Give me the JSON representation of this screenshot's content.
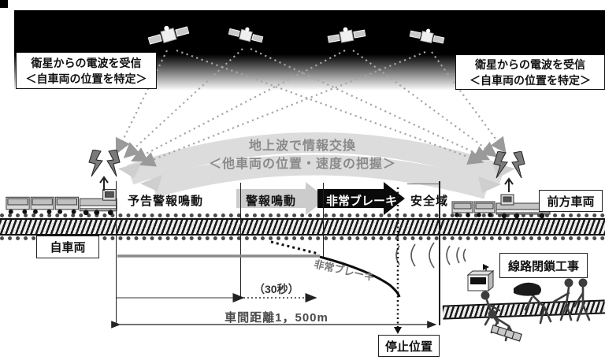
{
  "satellite_reception_left": {
    "line1": "衛星からの電波を受信",
    "line2": "＜自車両の位置を特定＞"
  },
  "satellite_reception_right": {
    "line1": "衛星からの電波を受信",
    "line2": "＜自車両の位置を特定＞"
  },
  "ground_wave_exchange": {
    "line1": "地上波で情報交換",
    "line2": "＜他車両の位置・速度の把握＞"
  },
  "zones": {
    "advance_warning": "予告警報鳴動",
    "warning": "警報鳴動",
    "emergency_brake": "非常ブレーキ",
    "safety_zone": "安全域"
  },
  "vehicles": {
    "own": "自車両",
    "forward": "前方車両"
  },
  "measurements": {
    "brake_curve_label": "非常ブレーキ",
    "coast_time": "（30秒）",
    "headway_distance": "車間距離1，500m",
    "stop_position": "停止位置"
  },
  "worksite": {
    "label": "線路閉鎖工事"
  },
  "icons": {
    "satellite": "satellite-icon",
    "lightning": "lightning-bolt-icon",
    "radio": "radio-transmitter-icon",
    "radio_waves": "radio-waves-icon",
    "train_own": "own-train-icon",
    "train_forward": "forward-train-icon",
    "workers": "track-workers-icon"
  },
  "colors": {
    "sky_band": "#000000",
    "exchange_arrow": "#dcdcdc",
    "exchange_text": "#8a8a8a",
    "warning_arrow": "#cccccc",
    "brake_arrow": "#0a0a0a",
    "speed_line": "#8a8a8a"
  }
}
